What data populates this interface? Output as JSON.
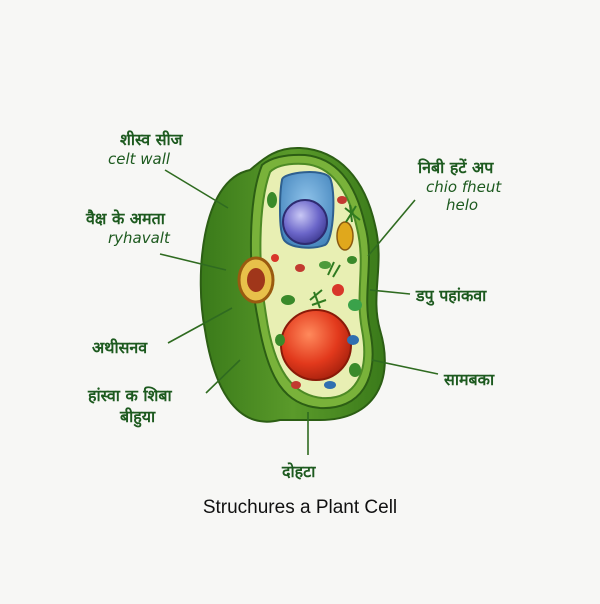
{
  "diagram": {
    "title": "Struchures a Plant Cell",
    "colors": {
      "label_text": "#1d5a1f",
      "leader_line": "#2f6b20",
      "cell_wall": "#3f7d1e",
      "cytoplasm": "#e8efb3"
    },
    "labels": [
      {
        "hindi": "शीस्व सीज",
        "english": "celt wall"
      },
      {
        "hindi": "वैक्ष के अमता",
        "english": "ryhavalt"
      },
      {
        "hindi": "अथीसनव",
        "english": ""
      },
      {
        "hindi": "हांस्वा क शिबा",
        "english": "बीहुया"
      },
      {
        "hindi": "निबी हटें अप",
        "english": "chio fheut"
      },
      {
        "hindi": "",
        "english": "helo"
      },
      {
        "hindi": "डपु पहांकवा",
        "english": ""
      },
      {
        "hindi": "सामबका",
        "english": ""
      },
      {
        "hindi": "दोहटा",
        "english": ""
      }
    ]
  }
}
